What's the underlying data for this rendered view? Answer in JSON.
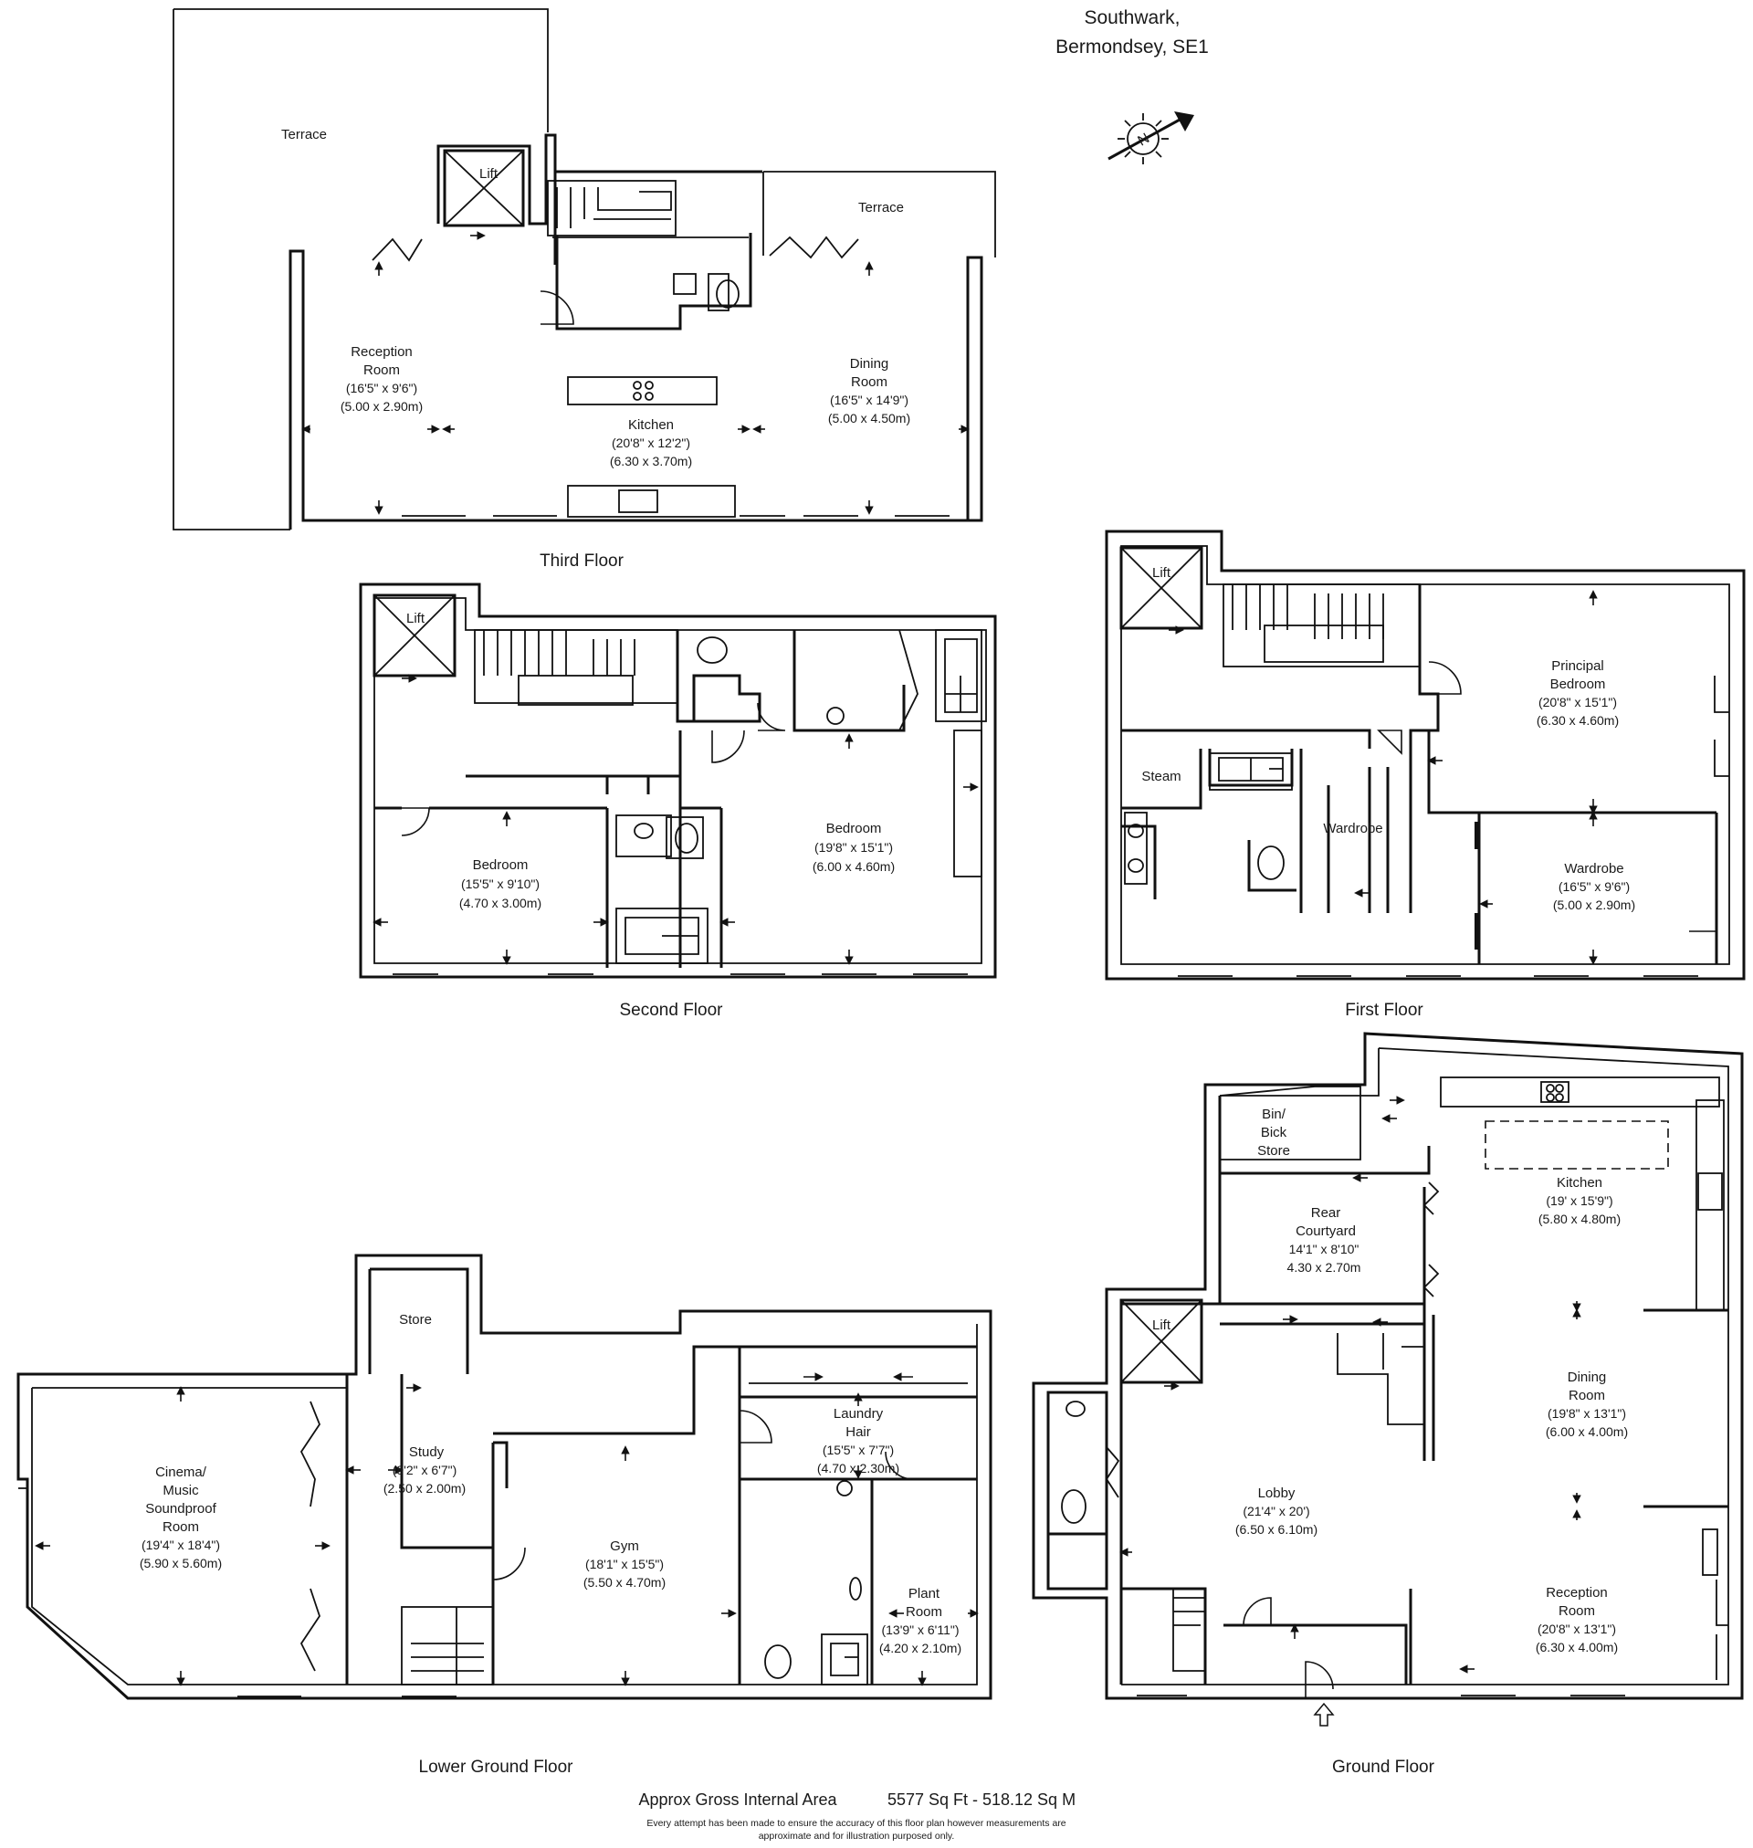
{
  "location": {
    "line1": "Southwark,",
    "line2": "Bermondsey, SE1"
  },
  "compass": {
    "letter": "N"
  },
  "floors": {
    "third": {
      "label": "Third Floor",
      "terrace_left": "Terrace",
      "terrace_right": "Terrace",
      "lift": "Lift",
      "reception": {
        "name1": "Reception",
        "name2": "Room",
        "imperial": "(16'5\" x 9'6\")",
        "metric": "(5.00 x 2.90m)"
      },
      "kitchen": {
        "name": "Kitchen",
        "imperial": "(20'8\" x 12'2\")",
        "metric": "(6.30 x 3.70m)"
      },
      "dining": {
        "name1": "Dining",
        "name2": "Room",
        "imperial": "(16'5\" x 14'9\")",
        "metric": "(5.00 x 4.50m)"
      }
    },
    "second": {
      "label": "Second Floor",
      "lift": "Lift",
      "bedroom_a": {
        "name": "Bedroom",
        "imperial": "(15'5\" x 9'10\")",
        "metric": "(4.70 x 3.00m)"
      },
      "bedroom_b": {
        "name": "Bedroom",
        "imperial": "(19'8\" x 15'1\")",
        "metric": "(6.00 x 4.60m)"
      }
    },
    "first": {
      "label": "First Floor",
      "lift": "Lift",
      "steam": "Steam",
      "wardrobe_small": "Wardrobe",
      "principal": {
        "name1": "Principal",
        "name2": "Bedroom",
        "imperial": "(20'8\" x 15'1\")",
        "metric": "(6.30 x 4.60m)"
      },
      "wardrobe": {
        "name": "Wardrobe",
        "imperial": "(16'5\" x 9'6\")",
        "metric": "(5.00 x 2.90m)"
      }
    },
    "lower_ground": {
      "label": "Lower Ground Floor",
      "store": "Store",
      "cinema": {
        "name1": "Cinema/",
        "name2": "Music",
        "name3": "Soundproof",
        "name4": "Room",
        "imperial": "(19'4\" x 18'4\")",
        "metric": "(5.90 x 5.60m)"
      },
      "study": {
        "name": "Study",
        "imperial": "(8'2\" x 6'7\")",
        "metric": "(2.50 x 2.00m)"
      },
      "gym": {
        "name": "Gym",
        "imperial": "(18'1\" x 15'5\")",
        "metric": "(5.50 x 4.70m)"
      },
      "laundry": {
        "name1": "Laundry",
        "name2": "Hair",
        "imperial": "(15'5\" x 7'7\")",
        "metric": "(4.70 x 2.30m)"
      },
      "plant": {
        "name1": "Plant",
        "name2": "Room",
        "imperial": "(13'9\" x 6'11\")",
        "metric": "(4.20 x 2.10m)"
      }
    },
    "ground": {
      "label": "Ground Floor",
      "lift": "Lift",
      "bin": {
        "line1": "Bin/",
        "line2": "Bick",
        "line3": "Store"
      },
      "courtyard": {
        "name1": "Rear",
        "name2": "Courtyard",
        "imperial": "14'1\" x 8'10\"",
        "metric": "4.30 x 2.70m"
      },
      "kitchen": {
        "name": "Kitchen",
        "imperial": "(19' x 15'9\")",
        "metric": "(5.80 x 4.80m)"
      },
      "dining": {
        "name1": "Dining",
        "name2": "Room",
        "imperial": "(19'8\" x 13'1\")",
        "metric": "(6.00 x 4.00m)"
      },
      "lobby": {
        "name": "Lobby",
        "imperial": "(21'4\" x 20')",
        "metric": "(6.50 x 6.10m)"
      },
      "reception": {
        "name1": "Reception",
        "name2": "Room",
        "imperial": "(20'8\" x 13'1\")",
        "metric": "(6.30 x 4.00m)"
      }
    }
  },
  "area": {
    "label": "Approx Gross Internal Area",
    "value": "5577 Sq Ft - 518.12 Sq M"
  },
  "disclaimer": {
    "line1": "Every attempt has been made to ensure the accuracy of this floor plan however measurements are",
    "line2": "approximate and for illustration purposed only."
  }
}
